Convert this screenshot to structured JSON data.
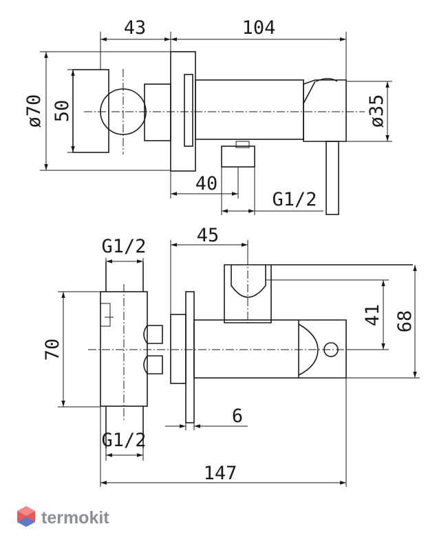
{
  "top_view": {
    "dims": {
      "d43": "43",
      "d104": "104",
      "d70": "ø70",
      "d50": "50",
      "d35": "ø35",
      "d40": "40",
      "g12": "G1/2"
    }
  },
  "front_view": {
    "dims": {
      "g12_top": "G1/2",
      "d45": "45",
      "d41": "41",
      "d68": "68",
      "d70": "70",
      "d6": "6",
      "g12_bottom": "G1/2",
      "d147": "147"
    }
  },
  "brand": {
    "name": "termokit",
    "primary_color": "#e85a5a",
    "secondary_color": "#4a7fd4",
    "text_color": "#8a8f96"
  }
}
